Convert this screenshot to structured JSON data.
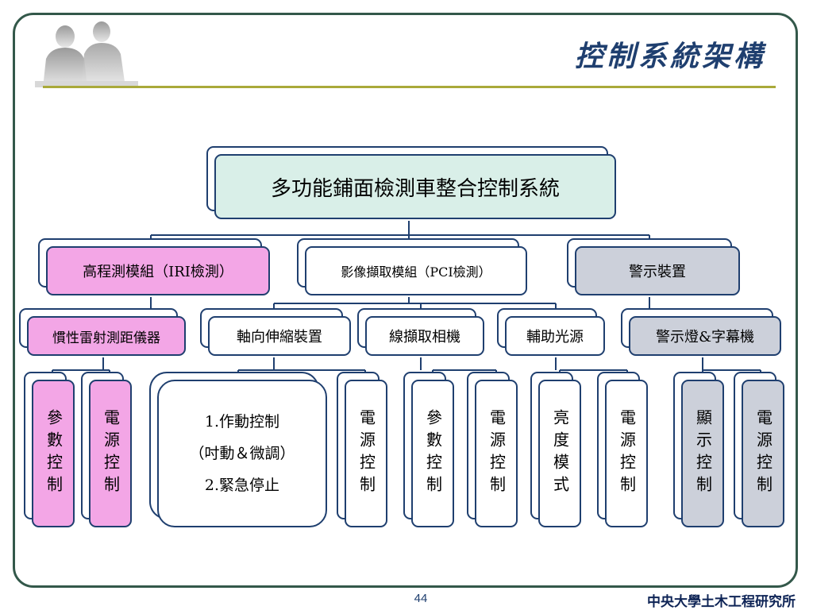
{
  "slide": {
    "title": "控制系統架構",
    "page_number": "44",
    "institute": "中央大學土木工程研究所"
  },
  "root": {
    "label": "多功能鋪面檢測車整合控制系統"
  },
  "modules": [
    {
      "label": "高程測模組（IRI檢測）"
    },
    {
      "label": "影像擷取模組（PCI檢測）"
    },
    {
      "label": "警示裝置"
    }
  ],
  "subs": [
    {
      "label": "慣性雷射測距儀器"
    },
    {
      "label": "軸向伸縮裝置"
    },
    {
      "label": "線擷取相機"
    },
    {
      "label": "輔助光源"
    },
    {
      "label": "警示燈&字幕機"
    }
  ],
  "leaves": [
    {
      "label": "參數控制"
    },
    {
      "label": "電源控制"
    },
    {
      "label": "電源控制"
    },
    {
      "label": "參數控制"
    },
    {
      "label": "電源控制"
    },
    {
      "label": "亮度模式"
    },
    {
      "label": "電源控制"
    },
    {
      "label": "顯示控制"
    },
    {
      "label": "電源控制"
    }
  ],
  "action_box": {
    "line1": "1.作動控制",
    "line2": "（吋動＆微調）",
    "line3": "2.緊急停止"
  },
  "colors": {
    "border": "#1f3f6f",
    "pink": "#f3a6e6",
    "grey": "#ccd0da",
    "teal": "#d9efe8",
    "rule": "#a9a93a",
    "frame": "#33584a"
  }
}
